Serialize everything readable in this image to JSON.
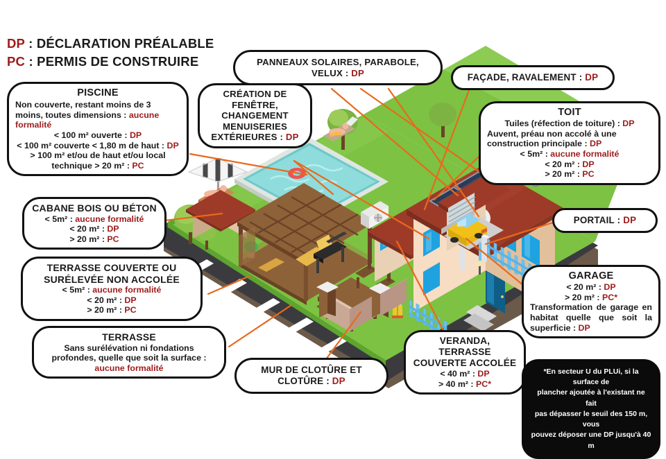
{
  "legend": {
    "line1_key": "DP",
    "line1_sep": " : ",
    "line1_text": "DÉCLARATION PRÉALABLE",
    "line2_key": "PC",
    "line2_sep": " : ",
    "line2_text": "PERMIS DE CONSTRUIRE"
  },
  "boxes": {
    "piscine": {
      "title": "PISCINE",
      "l1a": "Non couverte, restant moins de 3 moins, toutes dimensions : ",
      "l1b": "aucune formalité",
      "l2a": "< 100 m² ouverte : ",
      "l2b": "DP",
      "l3a": "< 100 m² couverte < 1,80 m de haut : ",
      "l3b": "DP",
      "l4a": "> 100 m² et/ou de haut et/ou local technique > 20 m² : ",
      "l4b": "PC"
    },
    "cabane": {
      "title": "CABANE BOIS OU BÉTON",
      "l1a": "< 5m² : ",
      "l1b": "aucune formalité",
      "l2a": "< 20 m² : ",
      "l2b": "DP",
      "l3a": "> 20 m² : ",
      "l3b": "PC"
    },
    "terrasse_couverte": {
      "title1": "TERRASSE COUVERTE OU",
      "title2": "SURÉLEVÉE NON ACCOLÉE",
      "l1a": "< 5m² : ",
      "l1b": "aucune formalité",
      "l2a": "< 20 m² : ",
      "l2b": "DP",
      "l3a": "> 20 m² : ",
      "l3b": "PC"
    },
    "terrasse": {
      "title": "TERRASSE",
      "l1": "Sans surélévation ni fondations",
      "l2": "profondes, quelle que soit la surface :",
      "l3": "aucune formalité"
    },
    "creation_fenetre": {
      "l1": "CRÉATION DE",
      "l2": "FENÊTRE,",
      "l3": "CHANGEMENT",
      "l4": "MENUISERIES",
      "l5a": "EXTÉRIEURES : ",
      "l5b": "DP"
    },
    "panneaux": {
      "l1": "PANNEAUX SOLAIRES, PARABOLE,",
      "l2a": "VELUX : ",
      "l2b": "DP"
    },
    "facade": {
      "l1a": "FAÇADE, RAVALEMENT : ",
      "l1b": "DP"
    },
    "toit": {
      "title": "TOIT",
      "l1a": "Tuiles (réfection de toiture) : ",
      "l1b": "DP",
      "l2a": "Auvent, préau non accolé à une construction principale : ",
      "l2b": "DP",
      "l3a": "< 5m² : ",
      "l3b": "aucune formalité",
      "l4a": "< 20 m² : ",
      "l4b": "DP",
      "l5a": "> 20 m² : ",
      "l5b": "PC"
    },
    "portail": {
      "l1a": "PORTAIL : ",
      "l1b": "DP"
    },
    "garage": {
      "title": "GARAGE",
      "l1a": "< 20 m² : ",
      "l1b": "DP",
      "l2a": "> 20 m² : ",
      "l2b": "PC*",
      "l3": "Transformation de garage en habitat quelle que soit la superficie : ",
      "l3b": "DP"
    },
    "veranda": {
      "title1": "VERANDA, TERRASSE",
      "title2": "COUVERTE ACCOLÉE",
      "l1a": "< 40 m² : ",
      "l1b": "DP",
      "l2a": "> 40 m² : ",
      "l2b": "PC*"
    },
    "mur_cloture": {
      "l1": "MUR DE CLOTÛRE ET",
      "l2a": "CLOTÛRE : ",
      "l2b": "DP"
    }
  },
  "footnote": {
    "l1": "*En secteur U du PLUi, si la surface de",
    "l2": "plancher ajoutée à  l'existant ne fait",
    "l3": "pas dépasser le seuil des 150 m, vous",
    "l4": "pouvez déposer une DP jusqu'à 40 m"
  },
  "colors": {
    "accent_red": "#9e1b1b",
    "connector_orange": "#e8691c",
    "grass": "#7dc242",
    "grass_dark": "#5da52f",
    "roof": "#9e3b28",
    "roof_dark": "#7d2d1e",
    "wall_light": "#f6ddc3",
    "wall_tan": "#c9ab8a",
    "road": "#3b3b3f",
    "pool_water": "#7fd8d8",
    "car_yellow": "#f2c017",
    "fence_blue": "#6ec3f0",
    "wood": "#6b4226",
    "solar_panel": "#2b3a55",
    "outline": "#111111"
  },
  "scene": {
    "elements": [
      "grass-lawn",
      "road",
      "road-markings",
      "house",
      "roof",
      "chimney",
      "solar-panels",
      "velux",
      "satellite-dish",
      "garage",
      "garage-door",
      "car",
      "swimming-pool",
      "pool-ring",
      "parasol",
      "sun-loungers",
      "pergola",
      "garden-shed",
      "picnic-table",
      "barbecue",
      "trees",
      "blue-picket-fence",
      "wall-fence",
      "gate",
      "air-conditioner",
      "person-child",
      "person-lounger-1",
      "person-lounger-2",
      "veranda"
    ]
  }
}
